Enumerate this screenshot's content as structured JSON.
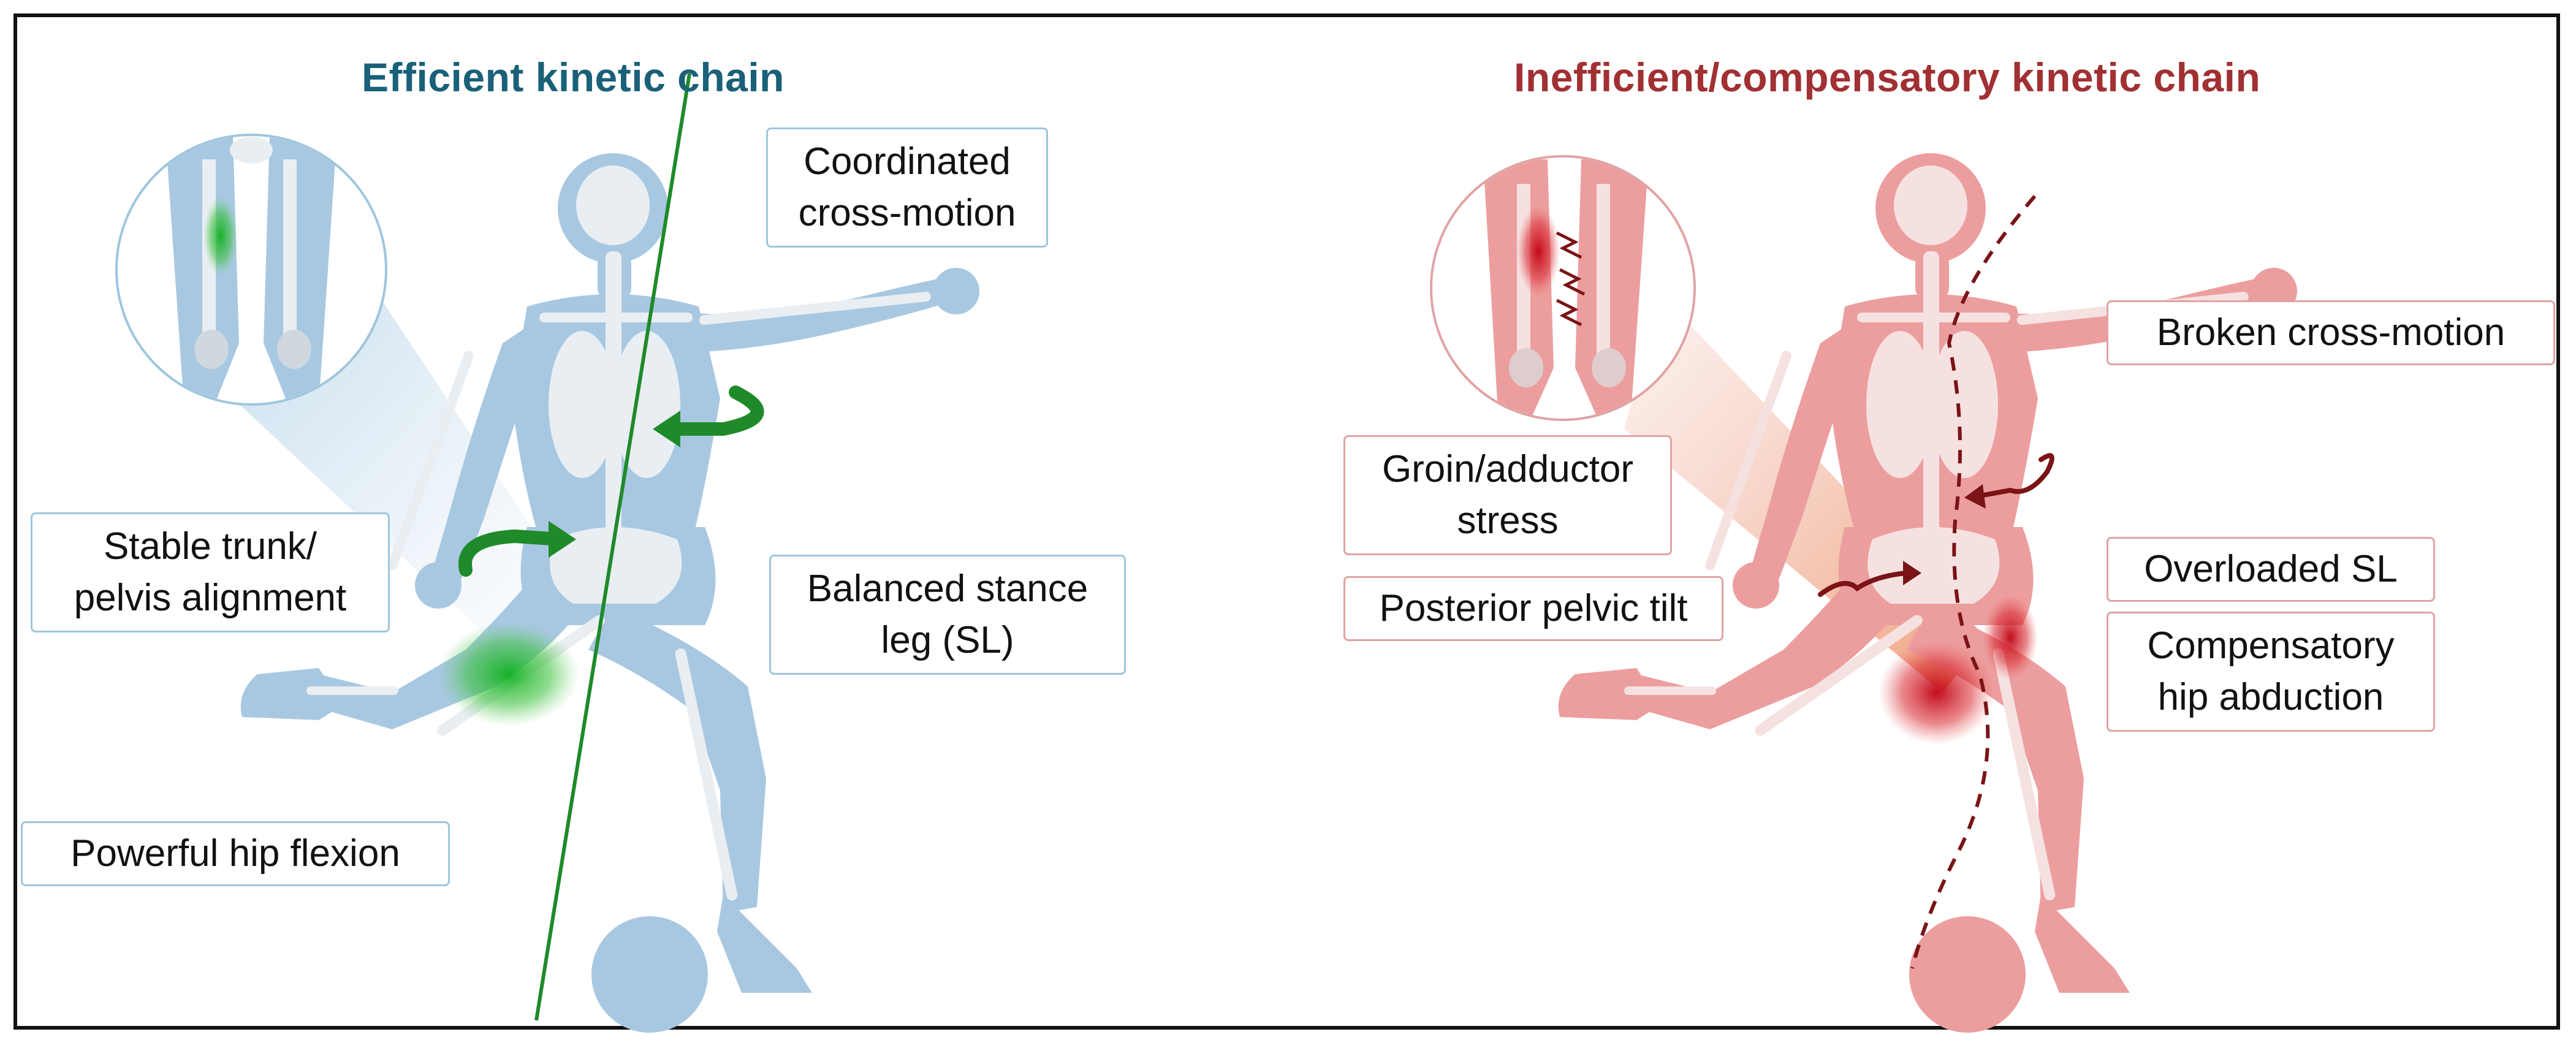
{
  "colors": {
    "blue_body": "#a8c8e2",
    "blue_bone": "#e9eef2",
    "red_body": "#ec9e9e",
    "red_bone": "#f6e1e1",
    "efficient_title": "#1a6079",
    "inefficient_title": "#a13033",
    "green_accent": "#1f8a2a",
    "dark_red_accent": "#7a1416"
  },
  "left_panel": {
    "title": "Efficient kinetic chain",
    "labels": {
      "coordinated_line1": "Coordinated",
      "coordinated_line2": "cross-motion",
      "stable_line1": "Stable trunk/",
      "stable_line2": "pelvis alignment",
      "balanced_line1": "Balanced stance",
      "balanced_line2": "leg (SL)",
      "powerful": "Powerful hip flexion"
    }
  },
  "right_panel": {
    "title": "Inefficient/compensatory kinetic chain",
    "labels": {
      "broken": "Broken cross-motion",
      "groin_line1": "Groin/adductor",
      "groin_line2": "stress",
      "posterior": "Posterior pelvic tilt",
      "overloaded": "Overloaded SL",
      "compensatory_line1": "Compensatory",
      "compensatory_line2": "hip abduction"
    }
  }
}
